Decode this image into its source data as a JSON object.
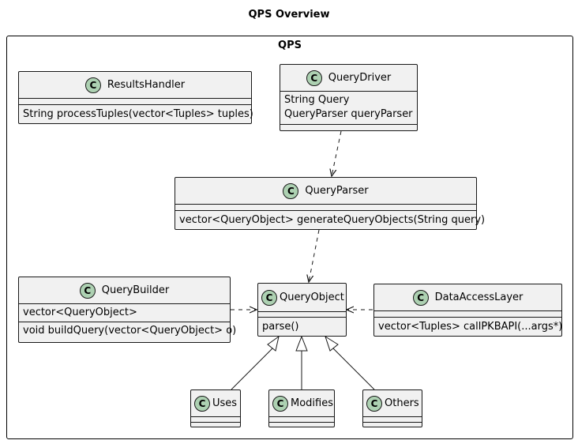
{
  "diagram": {
    "title": "QPS Overview",
    "package": "QPS",
    "class_badge": "C",
    "classes": {
      "results_handler": {
        "name": "ResultsHandler",
        "attributes": [],
        "methods": [
          "String processTuples(vector<Tuples> tuples)"
        ]
      },
      "query_driver": {
        "name": "QueryDriver",
        "attributes": [
          "String Query",
          "QueryParser queryParser"
        ],
        "methods": []
      },
      "query_parser": {
        "name": "QueryParser",
        "attributes": [],
        "methods": [
          "vector<QueryObject> generateQueryObjects(String query)"
        ]
      },
      "query_builder": {
        "name": "QueryBuilder",
        "attributes": [
          "vector<QueryObject>"
        ],
        "methods": [
          "void buildQuery(vector<QueryObject> o)"
        ]
      },
      "query_object": {
        "name": "QueryObject",
        "attributes": [],
        "methods": [
          "parse()"
        ]
      },
      "data_access_layer": {
        "name": "DataAccessLayer",
        "attributes": [],
        "methods": [
          "vector<Tuples> callPKBAPI(...args*)"
        ]
      },
      "uses": {
        "name": "Uses",
        "attributes": [],
        "methods": []
      },
      "modifies": {
        "name": "Modifies",
        "attributes": [],
        "methods": []
      },
      "others": {
        "name": "Others",
        "attributes": [],
        "methods": []
      }
    },
    "relations": [
      {
        "from": "QueryDriver",
        "to": "QueryParser",
        "type": "dependency"
      },
      {
        "from": "QueryParser",
        "to": "QueryObject",
        "type": "dependency"
      },
      {
        "from": "QueryBuilder",
        "to": "QueryObject",
        "type": "dependency"
      },
      {
        "from": "DataAccessLayer",
        "to": "QueryObject",
        "type": "dependency"
      },
      {
        "from": "Uses",
        "to": "QueryObject",
        "type": "inheritance"
      },
      {
        "from": "Modifies",
        "to": "QueryObject",
        "type": "inheritance"
      },
      {
        "from": "Others",
        "to": "QueryObject",
        "type": "inheritance"
      }
    ]
  }
}
